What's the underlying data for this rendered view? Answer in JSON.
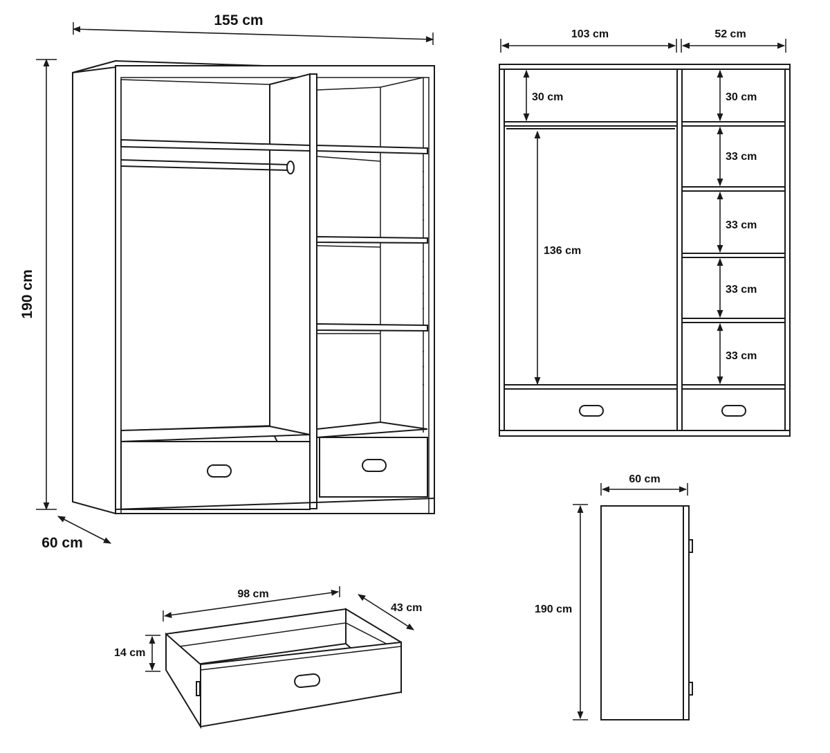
{
  "perspective_view": {
    "width_label": "155 cm",
    "height_label": "190 cm",
    "depth_label": "60 cm"
  },
  "front_view": {
    "left_width_label": "103 cm",
    "right_width_label": "52 cm",
    "left_top_label": "30 cm",
    "hanging_label": "136 cm",
    "right_shelves": [
      "30 cm",
      "33 cm",
      "33 cm",
      "33 cm",
      "33 cm"
    ]
  },
  "drawer_view": {
    "width_label": "98 cm",
    "depth_label": "43 cm",
    "height_label": "14 cm"
  },
  "side_view": {
    "depth_label": "60 cm",
    "height_label": "190 cm"
  }
}
